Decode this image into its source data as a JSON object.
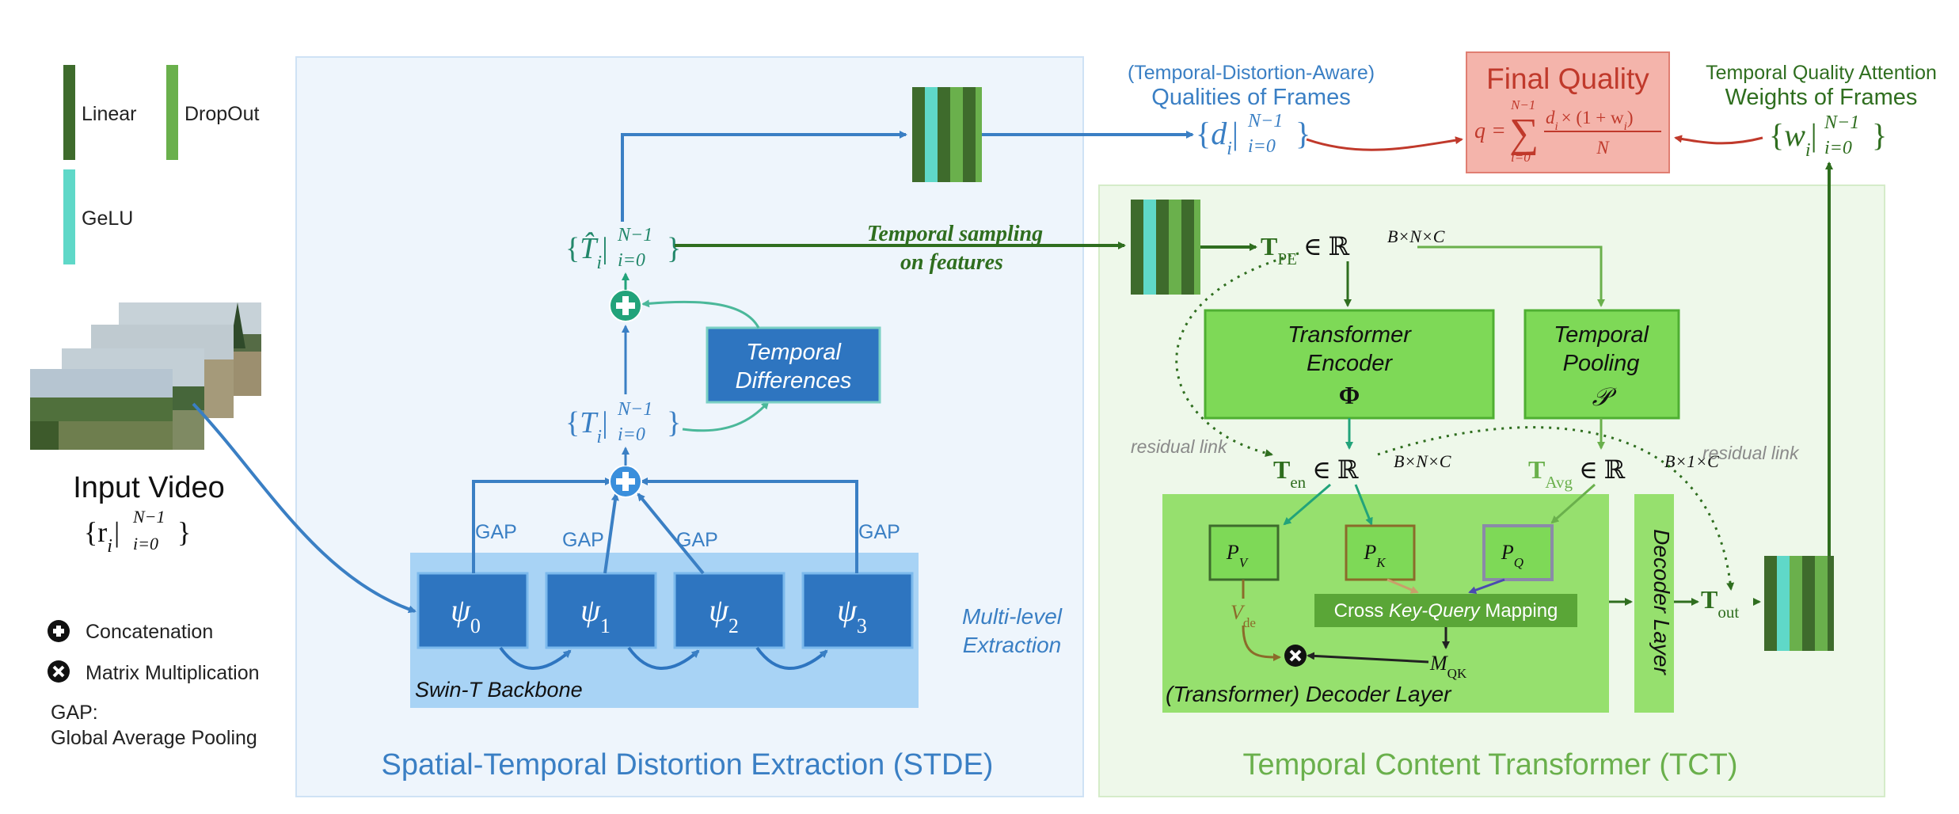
{
  "legend": {
    "linear": "Linear",
    "dropout": "DropOut",
    "gelu": "GeLU",
    "concatenation": "Concatenation",
    "matrix_mult": "Matrix Multiplication",
    "gap_abbr": "GAP:",
    "gap_full": "Global Average Pooling"
  },
  "colors": {
    "linear": "#3e6b2c",
    "dropout": "#6ab04c",
    "gelu": "#5fd8c8",
    "stde_bg": "#eef5fc",
    "tct_bg": "#eef8ea",
    "blue": "#3a7fc4",
    "green_dark": "#2f6e1f",
    "green": "#6ab04c",
    "red": "#c0392b",
    "teal": "#4bb89a"
  },
  "input": {
    "title": "Input Video",
    "math_lhs": "{r",
    "math_sub": "i",
    "math_rhs": "}",
    "sup": "N−1",
    "sub": "i=0"
  },
  "stde": {
    "title": "Spatial-Temporal Distortion Extraction (STDE)",
    "backbone": "Swin-T Backbone",
    "multilevel_1": "Multi-level",
    "multilevel_2": "Extraction",
    "gap": "GAP",
    "psi": [
      "ψ",
      "ψ",
      "ψ",
      "ψ"
    ],
    "psi_sub": [
      "0",
      "1",
      "2",
      "3"
    ],
    "temporal_diff_1": "Temporal",
    "temporal_diff_2": "Differences",
    "t_var": "T",
    "t_hat_var": "T̂",
    "t_sub": "i",
    "brace_l": "{",
    "brace_r": "}",
    "range_sup": "N−1",
    "range_sub": "i=0"
  },
  "sampling": {
    "line1": "Temporal sampling",
    "line2": "on features"
  },
  "quality": {
    "label_1": "(Temporal-Distortion-Aware)",
    "label_2": "Qualities of Frames",
    "d_var": "d",
    "d_sub": "i",
    "final_title": "Final Quality",
    "q_eq": "q =",
    "sum": "∑",
    "sum_top": "N−1",
    "sum_bot": "i=0",
    "numerator": "d",
    "numerator_sub": "i",
    "numerator_rest": "× (1 + w",
    "numerator_end": ")",
    "denominator": "N"
  },
  "weights": {
    "label_1": "Temporal Quality Attention",
    "label_2": "Weights of Frames",
    "w_var": "w",
    "w_sub": "i"
  },
  "tct": {
    "title": "Temporal Content Transformer (TCT)",
    "t_pe": "T",
    "t_pe_sub": "PE",
    "in_sym": "∈ ℝ",
    "dims_bnc": "B×N×C",
    "dims_b1c": "B×1×C",
    "encoder_1": "Transformer",
    "encoder_2": "Encoder",
    "encoder_sym": "Φ",
    "pooling_1": "Temporal",
    "pooling_2": "Pooling",
    "pooling_sym": "𝒫",
    "t_en": "T",
    "t_en_sub": "en",
    "t_avg": "T",
    "t_avg_sub": "Avg",
    "residual_1": "residual link",
    "residual_2": "residual link",
    "pv": "P",
    "pv_sub": "V",
    "pk": "P",
    "pk_sub": "K",
    "pq": "P",
    "pq_sub": "Q",
    "vde": "V",
    "vde_sub": "de",
    "mqk": "M",
    "mqk_sub": "QK",
    "cross_1": "Cross ",
    "cross_2": "Key-Query",
    "cross_3": " Mapping",
    "decoder_layer_block": "(Transformer) Decoder Layer",
    "decoder_layer_vertical": "Decoder Layer",
    "t_out": "T",
    "t_out_sub": "out"
  }
}
